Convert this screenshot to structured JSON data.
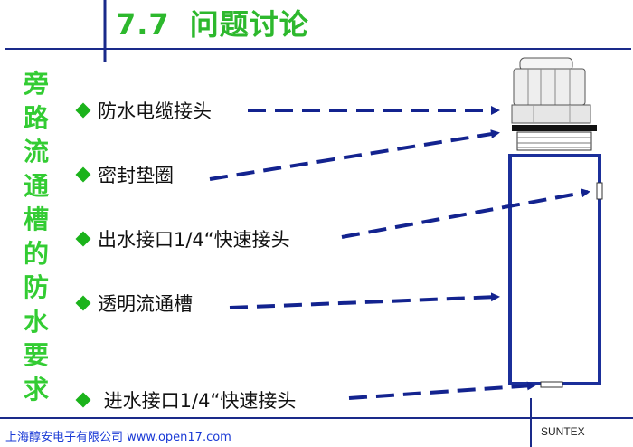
{
  "title": {
    "number": "7.7",
    "text": "问题讨论"
  },
  "side_title": "旁路流通槽的防水要求",
  "bullets": [
    {
      "label": "防水电缆接头"
    },
    {
      "label": "密封垫圈"
    },
    {
      "label": "出水接口1/4“快速接头"
    },
    {
      "label": "透明流通槽"
    },
    {
      "label": " 进水接口1/4“快速接头"
    }
  ],
  "footer": {
    "company": "上海醇安电子有限公司 www.open17.com",
    "brand": "SUNTEX"
  },
  "colors": {
    "accent_green": "#2db82d",
    "rule_navy": "#1a2a8a",
    "arrow_navy": "#13238f",
    "link_blue": "#1a3ad6"
  }
}
